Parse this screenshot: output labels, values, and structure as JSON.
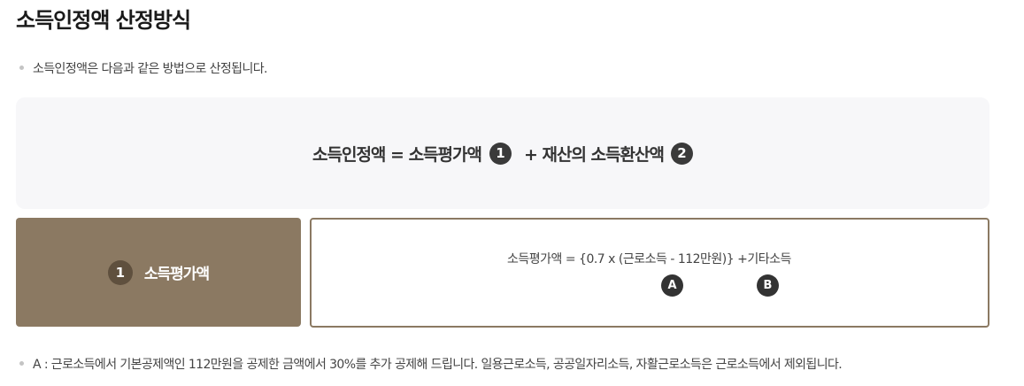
{
  "title": "소득인정액 산정방식",
  "intro": "소득인정액은 다음과 같은 방법으로 산정됩니다.",
  "formula": {
    "part1": "소득인정액 = 소득평가액",
    "badge1": "1",
    "part2": "+ 재산의 소득환산액",
    "badge2": "2"
  },
  "section1": {
    "badge": "1",
    "title": "소득평가액",
    "equation": "소득평가액 = {0.7 x (근로소득 - 112만원)} +기타소득",
    "marker_a": "A",
    "marker_b": "B"
  },
  "note": "A : 근로소득에서 기본공제액인 112만원을 공제한 금액에서 30%를 추가 공제해 드립니다. 일용근로소득, 공공일자리소득, 자활근로소득은 근로소득에서 제외됩니다.",
  "colors": {
    "panel_brown": "#8b7962",
    "badge_dark": "#3a3a3a",
    "formula_bg": "#f7f7f9"
  }
}
